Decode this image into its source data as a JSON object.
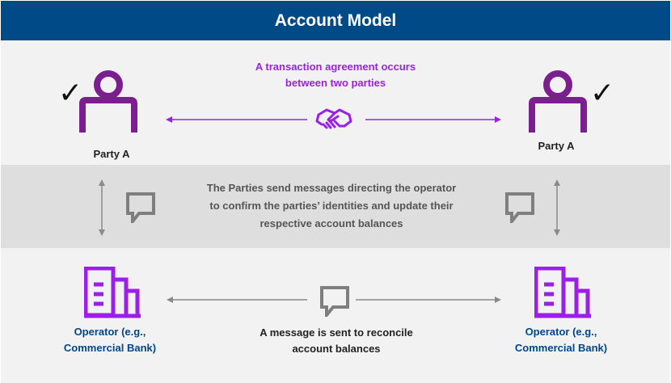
{
  "header": {
    "title": "Account Model"
  },
  "top": {
    "agreement_lines": [
      "A transaction agreement occurs",
      "between two parties"
    ],
    "party_left_label": "Party A",
    "party_right_label": "Party A",
    "check_glyph": "✓"
  },
  "middle": {
    "message_lines": [
      "The Parties send messages directing the operator",
      "to confirm the parties’ identities and update their",
      "respective account balances"
    ]
  },
  "bottom": {
    "operator_left_lines": [
      "Operator (e.g.,",
      "Commercial Bank)"
    ],
    "operator_right_lines": [
      "Operator (e.g.,",
      "Commercial Bank)"
    ],
    "reconcile_lines": [
      "A message is sent to reconcile",
      "account balances"
    ]
  },
  "colors": {
    "header_bg": "#004a87",
    "purple": "#7b1e8e",
    "accent_purple": "#9b1fe9",
    "gray_icon": "#7f7f7f",
    "operator_label": "#00468b"
  },
  "icons": {
    "person": "person-icon",
    "handshake": "handshake-icon",
    "message": "message-bubble-icon",
    "building": "building-icon",
    "check": "checkmark-icon"
  }
}
